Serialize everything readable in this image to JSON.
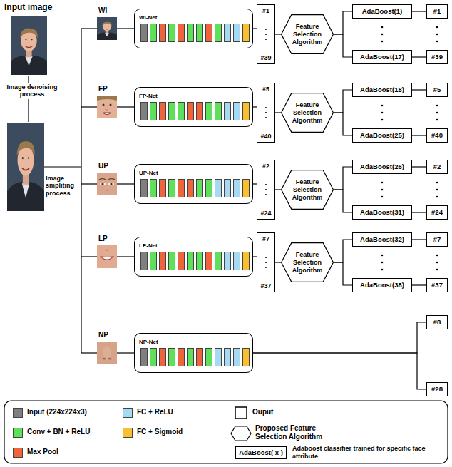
{
  "diagram": {
    "nodes": [
      {
        "text": [
          "WI-Net"
        ]
      },
      {
        "text": [
          "#1",
          "#39"
        ]
      },
      {
        "text": [
          "Feature Selection Algorithm"
        ]
      },
      {
        "text": [
          "AdaBoost(1)"
        ]
      },
      {
        "text": [
          "AdaBoost(17)"
        ]
      },
      {
        "text": [
          "#1"
        ]
      },
      {
        "text": [
          "#39"
        ]
      },
      {
        "text": [
          "FP-Net"
        ]
      },
      {
        "text": [
          "#5",
          "#40"
        ]
      },
      {
        "text": [
          "Feature Selection Algorithm"
        ]
      },
      {
        "text": [
          "AdaBoost(18)"
        ]
      },
      {
        "text": [
          "AdaBoost(25)"
        ]
      },
      {
        "text": [
          "#5"
        ]
      },
      {
        "text": [
          "#40"
        ]
      },
      {
        "text": [
          "UP-Net"
        ]
      },
      {
        "text": [
          "#2",
          "#24"
        ]
      },
      {
        "text": [
          "Feature Selection Algorithm"
        ]
      },
      {
        "text": [
          "AdaBoost(26)"
        ]
      },
      {
        "text": [
          "AdaBoost(31)"
        ]
      },
      {
        "text": [
          "#2"
        ]
      },
      {
        "text": [
          "#24"
        ]
      },
      {
        "text": [
          "LP-Net"
        ]
      },
      {
        "text": [
          "#7",
          "#37"
        ]
      },
      {
        "text": [
          "Feature Selection Algorithm"
        ]
      },
      {
        "text": [
          "AdaBoost(32)"
        ]
      },
      {
        "text": [
          "AdaBoost(38)"
        ]
      },
      {
        "text": [
          "#7"
        ]
      },
      {
        "text": [
          "#37"
        ]
      },
      {
        "text": [
          "NP-Net"
        ]
      },
      {
        "text": [
          "#8"
        ]
      },
      {
        "text": [
          "#28"
        ]
      },
      {
        "text": [
          "AdaBoost( x )"
        ]
      }
    ],
    "edges": [
      {
        "from": 0,
        "to": 1,
        "arrow": "none"
      },
      {
        "from": 1,
        "to": 2,
        "arrow": "none"
      },
      {
        "from": 2,
        "to": 3,
        "arrow": "none"
      },
      {
        "from": 2,
        "to": 4,
        "arrow": "none"
      },
      {
        "from": 3,
        "to": 5,
        "arrow": "none"
      },
      {
        "from": 4,
        "to": 6,
        "arrow": "none"
      },
      {
        "from": 7,
        "to": 8,
        "arrow": "none"
      },
      {
        "from": 8,
        "to": 9,
        "arrow": "none"
      },
      {
        "from": 9,
        "to": 10,
        "arrow": "none"
      },
      {
        "from": 9,
        "to": 11,
        "arrow": "none"
      },
      {
        "from": 10,
        "to": 12,
        "arrow": "none"
      },
      {
        "from": 11,
        "to": 13,
        "arrow": "none"
      },
      {
        "from": 14,
        "to": 15,
        "arrow": "none"
      },
      {
        "from": 15,
        "to": 16,
        "arrow": "none"
      },
      {
        "from": 16,
        "to": 17,
        "arrow": "none"
      },
      {
        "from": 16,
        "to": 18,
        "arrow": "none"
      },
      {
        "from": 17,
        "to": 19,
        "arrow": "none"
      },
      {
        "from": 18,
        "to": 20,
        "arrow": "none"
      },
      {
        "from": 21,
        "to": 22,
        "arrow": "none"
      },
      {
        "from": 22,
        "to": 23,
        "arrow": "none"
      },
      {
        "from": 23,
        "to": 24,
        "arrow": "none"
      },
      {
        "from": 23,
        "to": 25,
        "arrow": "none"
      },
      {
        "from": 24,
        "to": 26,
        "arrow": "none"
      },
      {
        "from": 25,
        "to": 27,
        "arrow": "none"
      },
      {
        "from": 28,
        "to": 29,
        "arrow": "none"
      },
      {
        "from": 28,
        "to": 30,
        "arrow": "none"
      }
    ],
    "labels": [
      "Input image",
      "Image denoising process",
      "Image smpliting process",
      "WI",
      "FP",
      "UP",
      "LP",
      "NP"
    ],
    "legend": [
      {
        "text": "Input (224x224x3)",
        "color": "#7f7f7f"
      },
      {
        "text": "Conv + BN + ReLU",
        "color": "#5ee05a"
      },
      {
        "text": "Max Pool",
        "color": "#f0643c"
      },
      {
        "text": "FC + ReLU",
        "color": "#a6d9f2"
      },
      {
        "text": "FC + Sigmoid",
        "color": "#f8c030"
      },
      {
        "text": "Ouput"
      },
      {
        "text": "Proposed Feature Selection Algorithm"
      },
      {
        "text": "Adaboost classifier trained for specific face attribute"
      }
    ]
  }
}
